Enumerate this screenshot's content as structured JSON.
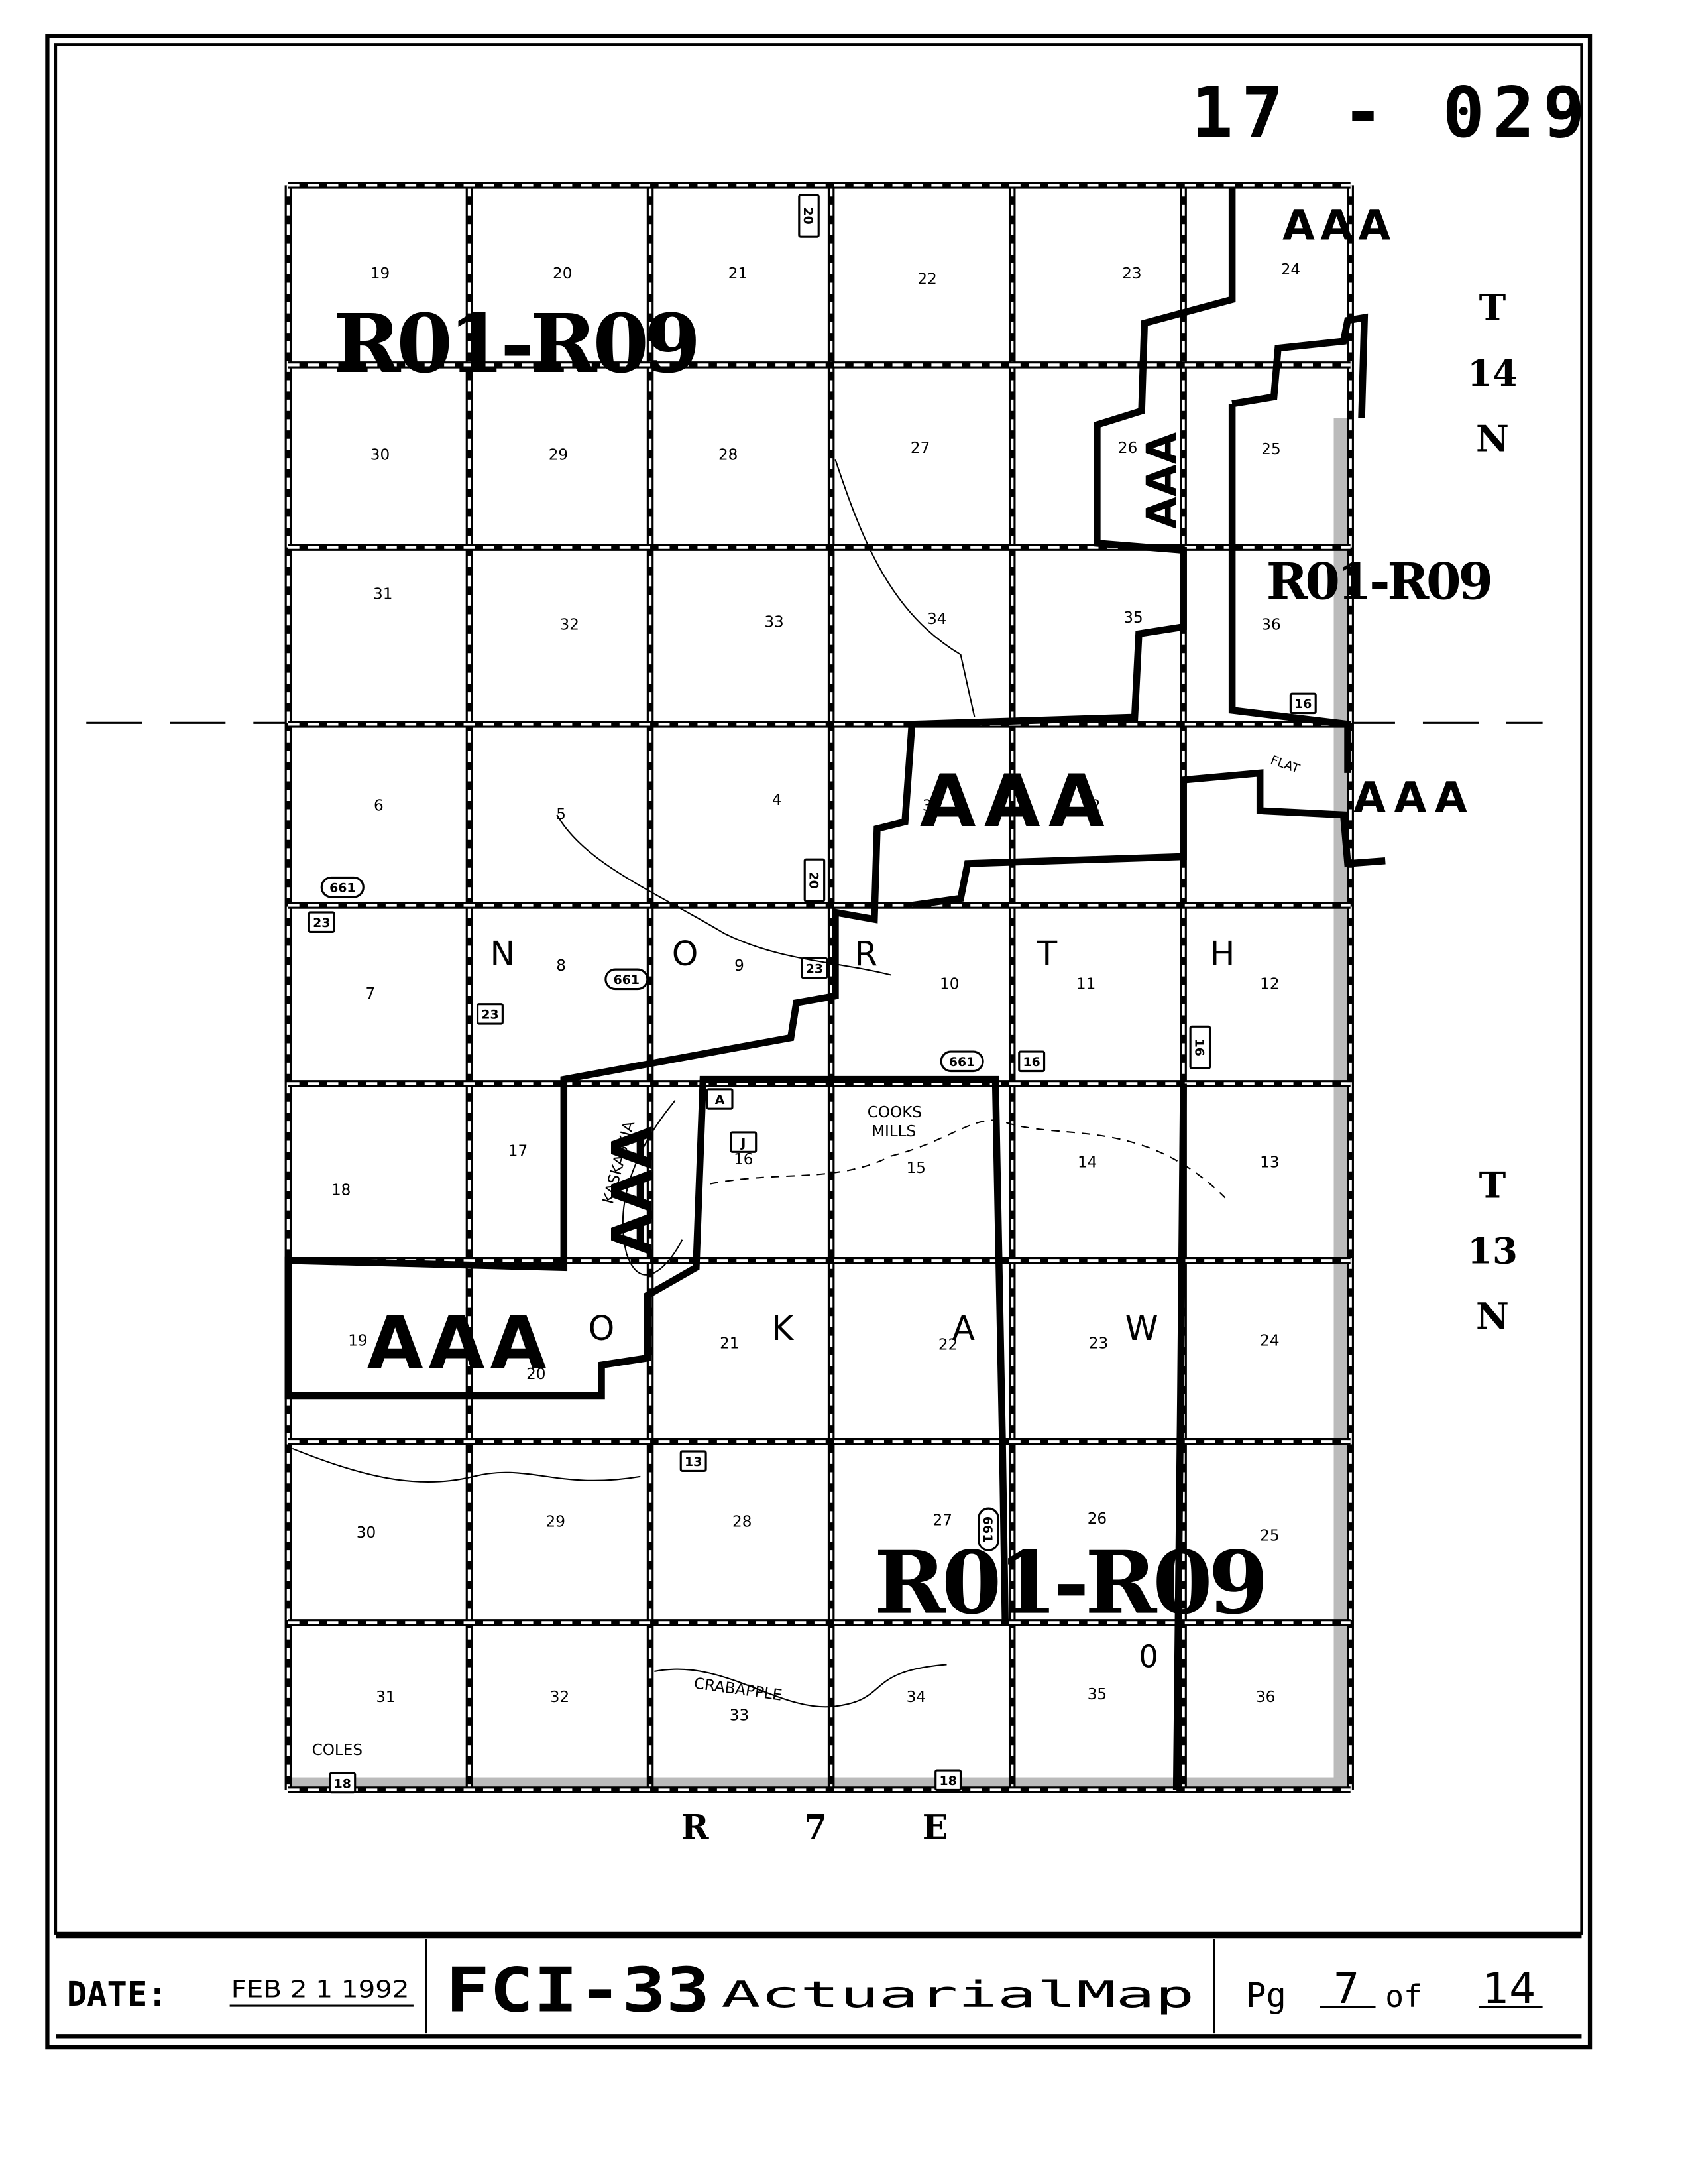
{
  "header": {
    "map_id": "17 - 029"
  },
  "map": {
    "section_labels": [
      "19",
      "20",
      "21",
      "22",
      "23",
      "24",
      "30",
      "29",
      "28",
      "27",
      "26",
      "25",
      "31",
      "32",
      "33",
      "34",
      "35",
      "36",
      "6",
      "5",
      "4",
      "3",
      "2",
      "7",
      "8",
      "9",
      "10",
      "11",
      "12",
      "18",
      "17",
      "16",
      "15",
      "14",
      "13",
      "19",
      "20",
      "21",
      "22",
      "23",
      "24",
      "30",
      "29",
      "28",
      "27",
      "26",
      "25",
      "31",
      "32",
      "33",
      "34",
      "35",
      "36"
    ],
    "zone_labels": [
      "R01-R09",
      "R01-R09",
      "R01-R09"
    ],
    "aaa_labels": [
      "AAA",
      "AAA",
      "AAA",
      "AAA",
      "AAA"
    ],
    "township_north": [
      "T",
      "14",
      "N"
    ],
    "township_south": [
      "T",
      "13",
      "N"
    ],
    "range_label": "R 7 E",
    "township_name_north": [
      "N",
      "O",
      "R",
      "T",
      "H"
    ],
    "township_name_south": [
      "O",
      "K",
      "A",
      "W"
    ],
    "places": {
      "cooks": "COOKS",
      "mills": "MILLS",
      "river": "KASKASKIA",
      "creek": "CRABAPPLE",
      "county": "COLES",
      "flat": "FLAT"
    },
    "road_shields": [
      "661",
      "661",
      "661",
      "661",
      "23",
      "23",
      "23",
      "20",
      "20",
      "16",
      "16",
      "16",
      "18",
      "18",
      "13",
      "A",
      "J"
    ],
    "extra_mark": "0"
  },
  "footer": {
    "date_label": "DATE:",
    "date_value": "FEB 2 1 1992",
    "form_code": "FCI-33",
    "title": "ActuarialMap",
    "page_label": "Pg",
    "page_number": "7",
    "of_label": "of",
    "page_total": "14"
  }
}
